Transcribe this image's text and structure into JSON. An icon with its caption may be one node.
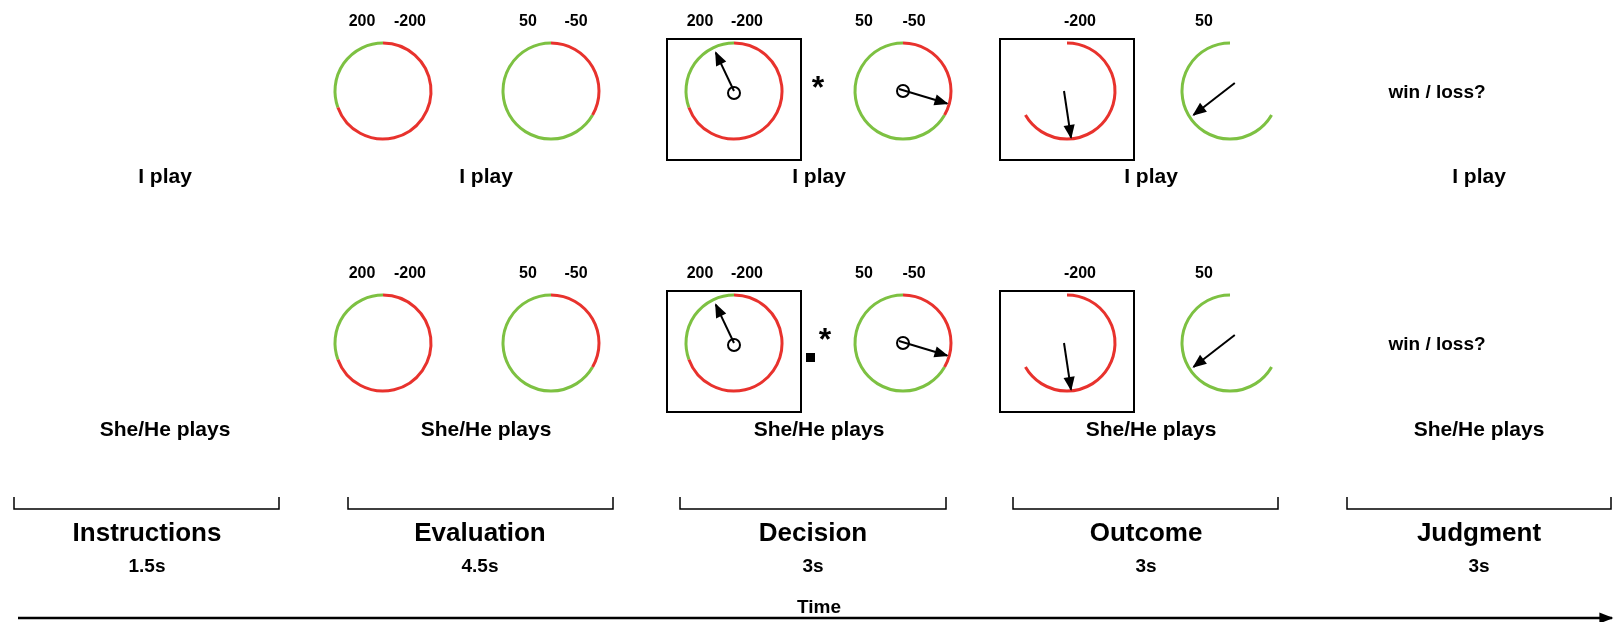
{
  "diagram": {
    "labels": [
      "200",
      "-200",
      "50",
      "-50",
      "200",
      "-200",
      "*",
      "50",
      "-50",
      "-200",
      "50",
      "win / loss?",
      "I play",
      "I play",
      "I play",
      "I play",
      "I play",
      "200",
      "-200",
      "50",
      "-50",
      "200",
      "-200",
      "*",
      "50",
      "-50",
      "-200",
      "50",
      "win / loss?",
      "She/He plays",
      "She/He plays",
      "She/He plays",
      "She/He plays",
      "She/He plays",
      "Instructions",
      "Evaluation",
      "Decision",
      "Outcome",
      "Judgment",
      "1.5s",
      "4.5s",
      "3s",
      "3s",
      "3s",
      "Time"
    ]
  }
}
